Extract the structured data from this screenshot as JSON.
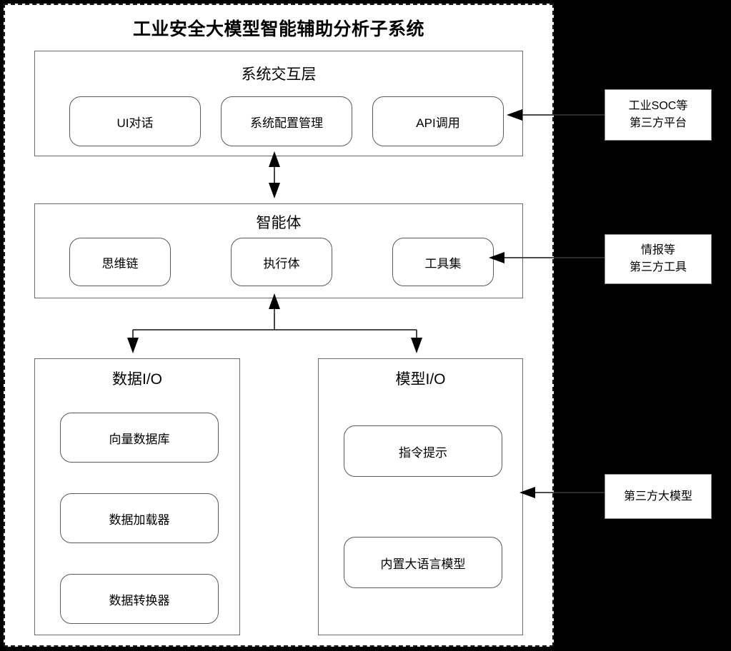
{
  "system": {
    "title": "工业安全大模型智能辅助分析子系统"
  },
  "layers": {
    "interaction": {
      "title": "系统交互层",
      "modules": [
        {
          "label": "UI对话"
        },
        {
          "label": "系统配置管理"
        },
        {
          "label": "API调用"
        }
      ]
    },
    "agent": {
      "title": "智能体",
      "modules": [
        {
          "label": "思维链"
        },
        {
          "label": "执行体"
        },
        {
          "label": "工具集"
        }
      ]
    },
    "data_io": {
      "title": "数据I/O",
      "modules": [
        {
          "label": "向量数据库"
        },
        {
          "label": "数据加载器"
        },
        {
          "label": "数据转换器"
        }
      ]
    },
    "model_io": {
      "title": "模型I/O",
      "modules": [
        {
          "label": "指令提示"
        },
        {
          "label": "内置大语言模型"
        }
      ]
    }
  },
  "external": [
    {
      "line1": "工业SOC等",
      "line2": "第三方平台"
    },
    {
      "line1": "情报等",
      "line2": "第三方工具"
    },
    {
      "line1": "第三方大模型",
      "line2": ""
    }
  ],
  "colors": {
    "background": "#000000",
    "panel": "#ffffff",
    "stroke": "#5a5a5a",
    "text": "#000000"
  }
}
